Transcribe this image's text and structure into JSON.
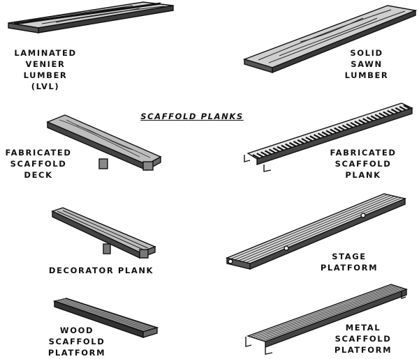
{
  "title": "SCAFFOLD PLANKS",
  "items": {
    "lvl": {
      "lines": [
        "LAMINATED",
        "VENIER",
        "LUMBER",
        "(LVL)"
      ]
    },
    "solid_sawn": {
      "lines": [
        "SOLID",
        "SAWN",
        "LUMBER"
      ]
    },
    "fabricated_deck": {
      "lines": [
        "FABRICATED",
        "SCAFFOLD",
        "DECK"
      ]
    },
    "fabricated_plank": {
      "lines": [
        "FABRICATED",
        "SCAFFOLD",
        "PLANK"
      ]
    },
    "decorator": {
      "lines": [
        "DECORATOR PLANK"
      ]
    },
    "stage": {
      "lines": [
        "STAGE",
        "PLATFORM"
      ]
    },
    "wood_platform": {
      "lines": [
        "WOOD",
        "SCAFFOLD",
        "PLATFORM"
      ]
    },
    "metal_platform": {
      "lines": [
        "METAL",
        "SCAFFOLD",
        "PLATFORM"
      ]
    }
  }
}
